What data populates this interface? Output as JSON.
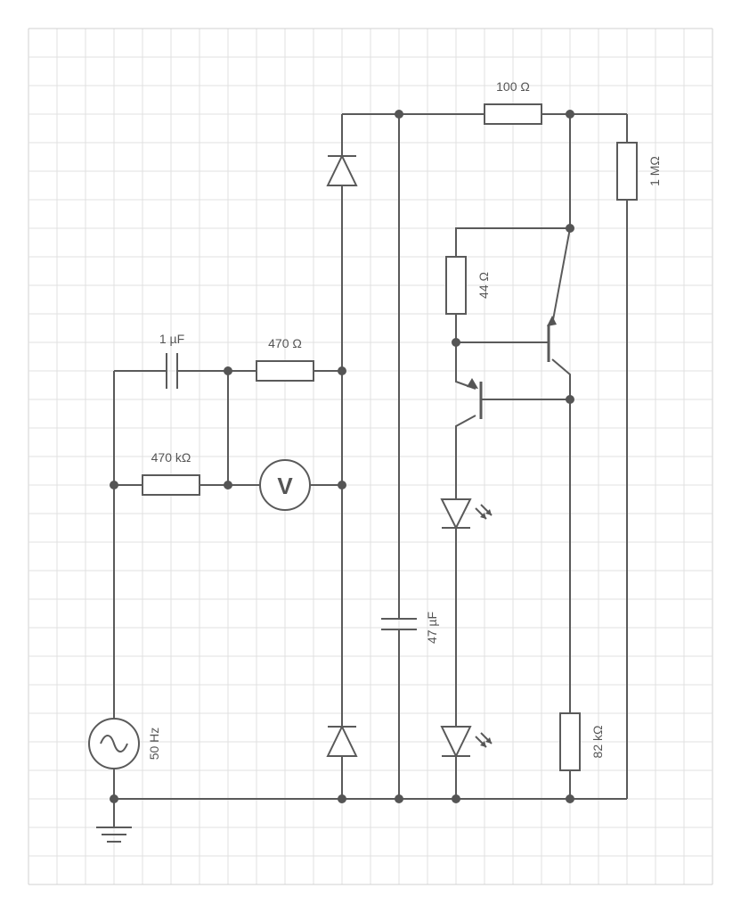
{
  "components": {
    "r_100": "100 Ω",
    "r_1m": "1 MΩ",
    "r_44": "44 Ω",
    "r_470": "470 Ω",
    "r_470k": "470 kΩ",
    "r_82k": "82 kΩ",
    "c_1u": "1 µF",
    "c_47u": "47 µF",
    "source": "50 Hz",
    "meter": "V"
  },
  "colors": {
    "line": "#5a5a5a",
    "grid": "#e0e0e0",
    "grid_border": "#d0d0d0"
  }
}
